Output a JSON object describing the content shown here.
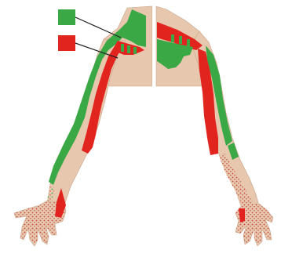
{
  "figure": {
    "type": "dermatome-distribution-diagram",
    "view": "posterior-upper-body-and-arms"
  },
  "legend": {
    "items": [
      {
        "name": "green-region",
        "color": "#3aa845"
      },
      {
        "name": "red-region",
        "color": "#e2241f"
      }
    ]
  },
  "colors": {
    "skin": "#e7c7ae",
    "skin_shade": "#d4a88c",
    "green": "#3aa845",
    "red": "#e2241f",
    "leader_line": "#222222",
    "stipple": "#c84a3a",
    "background": "#ffffff"
  }
}
